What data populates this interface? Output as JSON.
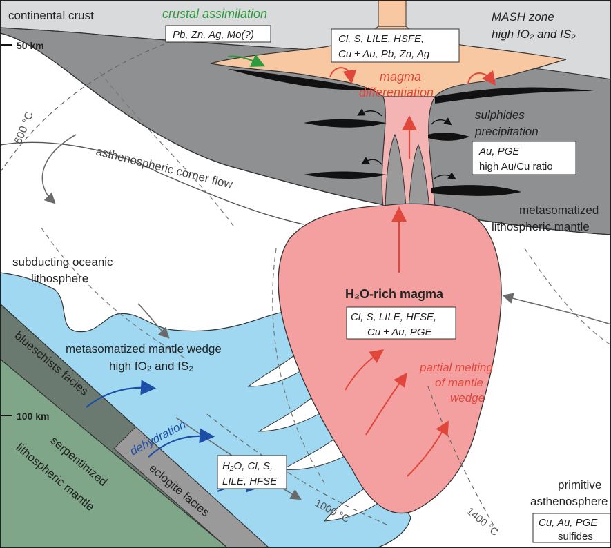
{
  "labels": {
    "continental_crust": "continental crust",
    "depth_50": "50 km",
    "depth_100": "100 km",
    "crustal_assimilation": "crustal assimilation",
    "crustal_box": "Pb, Zn, Ag, Mo(?)",
    "crust_box_line1": "Cl, S, LILE, HSFE,",
    "crust_box_line2": "Cu ± Au, Pb, Zn, Ag",
    "mash_line1": "MASH zone",
    "mash_line2": "high fO₂ and fS₂",
    "magma_diff_line1": "magma",
    "magma_diff_line2": "differentiation",
    "sulphides_line1": "sulphides",
    "sulphides_line2": "precipitation",
    "sulph_box_line1": "Au, PGE",
    "sulph_box_line2": "high Au/Cu ratio",
    "iso_600": "600 °C",
    "corner_flow": "asthenospheric corner flow",
    "meta_litho_line1": "metasomatized",
    "meta_litho_line2": "lithospheric mantle",
    "subducting_line1": "subducting oceanic",
    "subducting_line2": "lithosphere",
    "h2o_magma": "H₂O-rich magma",
    "magma_box_line1": "Cl, S, LILE, HFSE,",
    "magma_box_line2": "Cu ± Au, PGE",
    "wedge_line1": "metasomatized mantle wedge",
    "wedge_line2": "high fO₂ and fS₂",
    "partial_line1": "partial melting",
    "partial_line2": "of mantle",
    "partial_line3": "wedge",
    "blueschists": "blueschists facies",
    "dehydration": "dehydration",
    "serp_line1": "serpentinized",
    "serp_line2": "lithospheric mantle",
    "slab_box_line1": "H₂O, Cl, S,",
    "slab_box_line2": "LILE, HFSE",
    "eclogite": "eclogite facies",
    "iso_1000": "1000 °C",
    "iso_1400": "1400 °C",
    "primitive_line1": "primitive",
    "primitive_line2": "asthenosphere",
    "asth_box_line1": "Cu, Au, PGE",
    "asth_box_line2": "sulfides"
  },
  "colors": {
    "crust": "#d9dadc",
    "litho_mantle": "#8f9092",
    "mash": "#f7c8a2",
    "magma": "#f4a0a0",
    "wedge": "#9fd8f0",
    "slab_dark": "#6b7a70",
    "slab_green": "#7fa688",
    "eclogite_band": "#9a9a9a",
    "green_text": "#2e9a3e",
    "red_text": "#e0473a",
    "blue_arrow": "#1d4fa8"
  }
}
